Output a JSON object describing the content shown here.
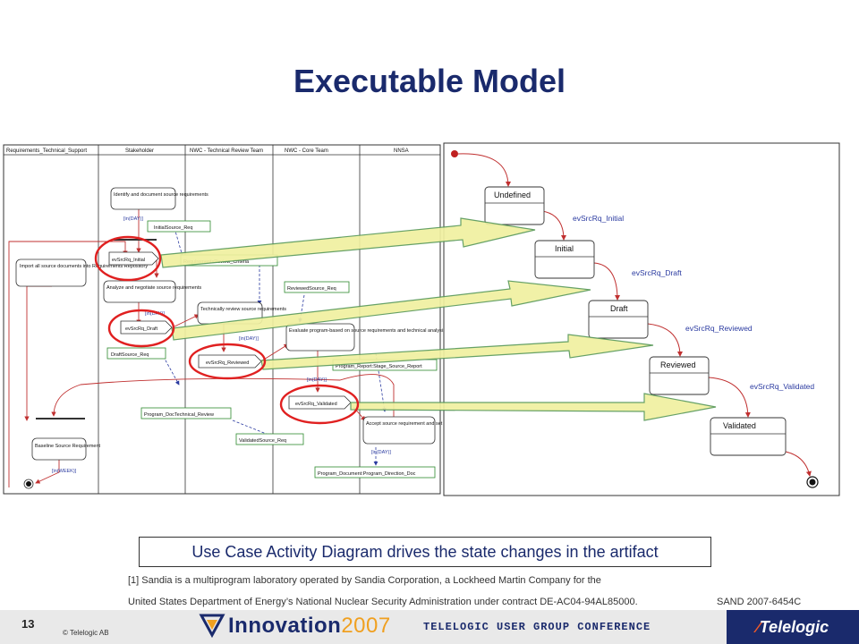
{
  "slide": {
    "title": "Executable Model",
    "caption": "Use Case Activity Diagram drives the state changes in the artifact",
    "footnote_line1": "[1]  Sandia is a multiprogram laboratory operated by Sandia Corporation, a Lockheed Martin Company for the",
    "footnote_line2": "United States Department of Energy’s National Nuclear Security Administration under contract DE-AC04-94AL85000.",
    "sand_id": "SAND 2007-6454C",
    "page_number": "13",
    "copyright": "© Telelogic  AB",
    "logo_innovation": "Innovation",
    "logo_year": "2007",
    "logo_conference": "TELELOGIC USER GROUP CONFERENCE",
    "logo_telelogic": "Telelogic"
  },
  "activity": {
    "lanes": [
      "Requirements_Technical_Support",
      "Stakeholder",
      "NWC - Technical Review Team",
      "NWC - Core Team",
      "NNSA"
    ],
    "actions": {
      "import": "Import all source documents into Requirements Repository",
      "identify": "Identify and document source requirements",
      "analyze": "Analyze and negotiate source requirements",
      "technical_review": "Technically review source requirements",
      "evaluate": "Evaluate program-based on source requirements and technical analysis",
      "accept": "Accept source requirement and set program direction",
      "baseline": "Baseline Source Requirement"
    },
    "objects": {
      "initial_req": "InitialSource_Req",
      "review_criteria": "RequirementsReview_Criteria",
      "draft_req": "DraftSource_Req",
      "reviewed_req": "ReviewedSource_Req",
      "prog_doc_review": "Program_DocTechnical_Review",
      "validated_req": "ValidatedSource_Req",
      "prog_report": "Program_Report:Stage_Source_Report",
      "prog_direction": "Program_Document:Program_Direction_Doc"
    },
    "signals": {
      "initial": "evSrcRq_Initial",
      "draft": "evSrcRq_Draft",
      "reviewed": "evSrcRq_Reviewed",
      "validated": "evSrcRq_Validated"
    },
    "guards": {
      "in_day": "[in(DAY)]",
      "in_week": "[in(WEEK)]"
    }
  },
  "statechart": {
    "states": [
      "Undefined",
      "Initial",
      "Draft",
      "Reviewed",
      "Validated"
    ],
    "transitions": [
      "evSrcRq_Initial",
      "evSrcRq_Draft",
      "evSrcRq_Reviewed",
      "evSrcRq_Validated"
    ]
  },
  "colors": {
    "title": "#1a2a6c",
    "highlight_ring": "#e02020",
    "arrow_fill": "#f0f0a0",
    "arrow_stroke": "#5a9a5a",
    "flow_line": "#c03030",
    "signal_text": "#2a3aa0",
    "object_border": "#2e8b2e"
  }
}
